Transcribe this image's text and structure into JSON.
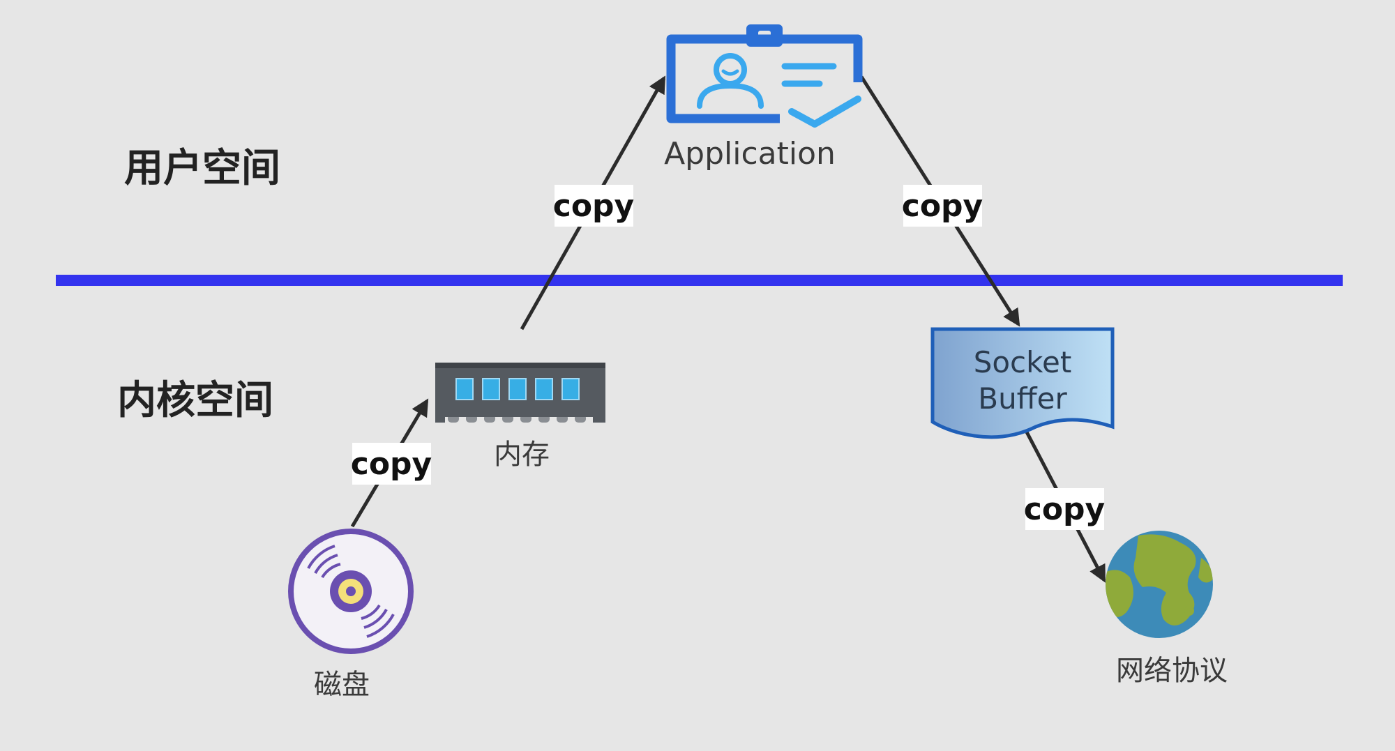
{
  "regions": {
    "user_space": "用户空间",
    "kernel_space": "内核空间"
  },
  "nodes": {
    "application": {
      "label": "Application",
      "icon": "id-card-icon"
    },
    "memory": {
      "label": "内存",
      "icon": "memory-module-icon"
    },
    "disk": {
      "label": "磁盘",
      "icon": "disk-icon"
    },
    "socket_buffer": {
      "line1": "Socket",
      "line2": "Buffer",
      "icon": "document-icon"
    },
    "network": {
      "label": "网络协议",
      "icon": "globe-icon"
    }
  },
  "edges": [
    {
      "from": "disk",
      "to": "memory",
      "label": "copy"
    },
    {
      "from": "memory",
      "to": "application",
      "label": "copy"
    },
    {
      "from": "application",
      "to": "socket_buffer",
      "label": "copy"
    },
    {
      "from": "socket_buffer",
      "to": "network",
      "label": "copy"
    }
  ],
  "colors": {
    "divider": "#3333ee",
    "background": "#e6e6e6",
    "application_blue": "#2b6fd6",
    "disk_purple": "#6a4fb0",
    "globe_ocean": "#3d8bb8",
    "globe_land": "#8faa3a"
  }
}
